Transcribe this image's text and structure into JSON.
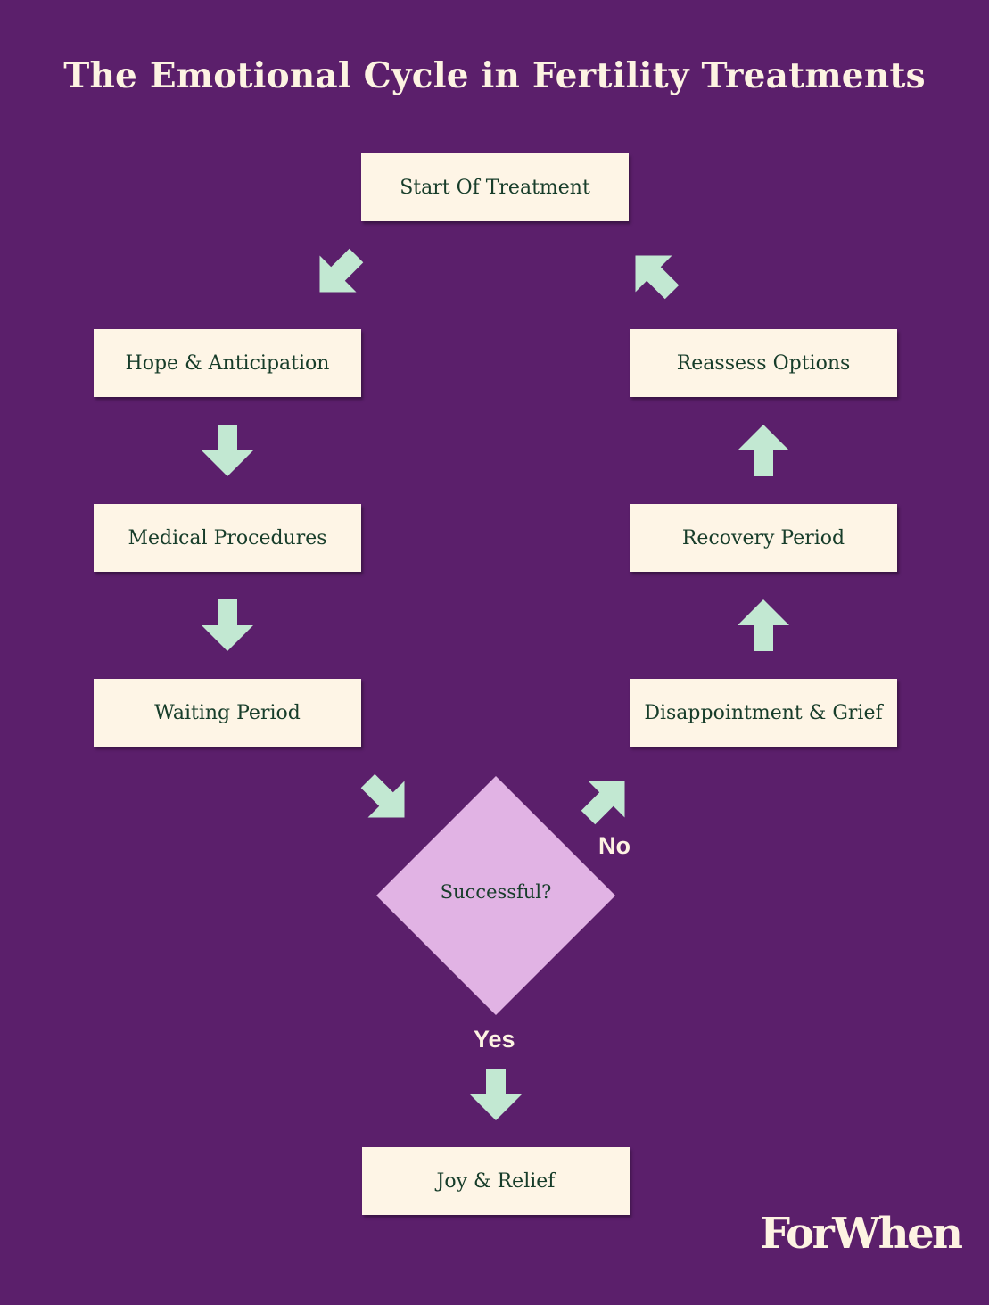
{
  "title": "The Emotional Cycle in Fertility Treatments",
  "nodes": {
    "start": "Start Of Treatment",
    "hope": "Hope & Anticipation",
    "medical": "Medical Procedures",
    "waiting": "Waiting Period",
    "decision": "Successful?",
    "joy": "Joy & Relief",
    "disappointment": "Disappointment & Grief",
    "recovery": "Recovery Period",
    "reassess": "Reassess Options"
  },
  "branches": {
    "no": "No",
    "yes": "Yes"
  },
  "logo": "ForWhen",
  "colors": {
    "background": "#5b1f6b",
    "box": "#fef5e6",
    "box_text": "#173d2a",
    "arrow": "#c2e8d2",
    "diamond": "#e1b3e4",
    "title_text": "#fdf3e2"
  },
  "icons": {
    "arrow_down_left": "arrow-down-left-icon",
    "arrow_down": "arrow-down-icon",
    "arrow_down_right": "arrow-down-right-icon",
    "arrow_up_right": "arrow-up-right-icon",
    "arrow_up": "arrow-up-icon",
    "arrow_up_left": "arrow-up-left-icon"
  }
}
